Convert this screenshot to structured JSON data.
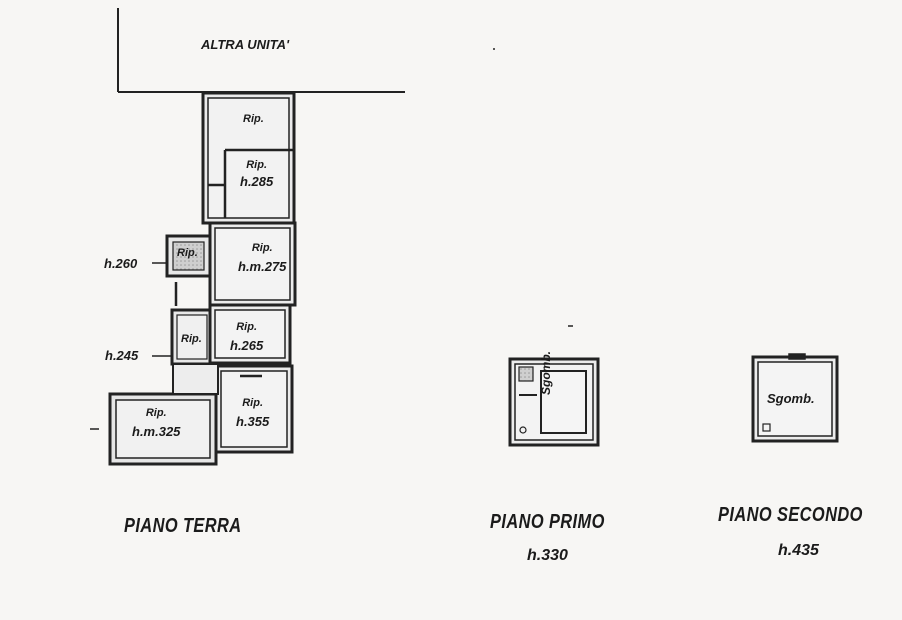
{
  "top_label": "ALTRA UNITA'",
  "ground_floor": {
    "title": "PIANO TERRA",
    "rooms": [
      {
        "name": "Rip.",
        "height": ""
      },
      {
        "name": "Rip.",
        "height": "h.285"
      },
      {
        "name": "Rip.",
        "height": ""
      },
      {
        "name": "Rip.",
        "height": "h.m.275"
      },
      {
        "name": "Rip.",
        "height": ""
      },
      {
        "name": "Rip.",
        "height": "h.265"
      },
      {
        "name": "Rip.",
        "height": "h.m.325"
      },
      {
        "name": "Rip.",
        "height": "h.355"
      }
    ],
    "side_heights": [
      "h.260",
      "h.245"
    ]
  },
  "first_floor": {
    "title": "PIANO PRIMO",
    "height": "h.330",
    "room_label": "Sgomb."
  },
  "second_floor": {
    "title": "PIANO SECONDO",
    "height": "h.435",
    "room_label": "Sgomb."
  }
}
